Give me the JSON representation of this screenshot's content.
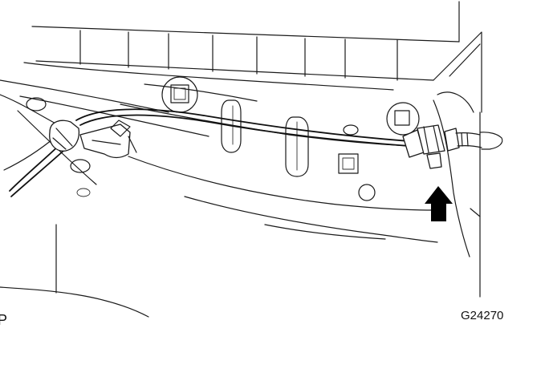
{
  "figure": {
    "code": "G24270",
    "corner_letter": "P"
  },
  "arrow": {
    "direction": "up",
    "color": "#000000"
  },
  "colors": {
    "line": "#1a1a1a",
    "background": "#ffffff"
  }
}
